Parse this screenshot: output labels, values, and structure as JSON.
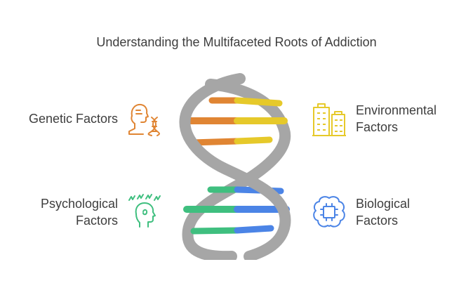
{
  "title": "Understanding the Multifaceted Roots of Addiction",
  "factors": {
    "genetic": {
      "line1": "Genetic Factors",
      "line2": "",
      "color": "#e08533",
      "icon": "dna-head-icon"
    },
    "environmental": {
      "line1": "Environmental",
      "line2": "Factors",
      "color": "#e6c92a",
      "icon": "buildings-icon"
    },
    "psychological": {
      "line1": "Psychological",
      "line2": "Factors",
      "color": "#3fbf7f",
      "icon": "stressed-head-icon"
    },
    "biological": {
      "line1": "Biological",
      "line2": "Factors",
      "color": "#4b84e6",
      "icon": "brain-chip-icon"
    }
  },
  "helix": {
    "strand_color": "#a6a6a6"
  }
}
